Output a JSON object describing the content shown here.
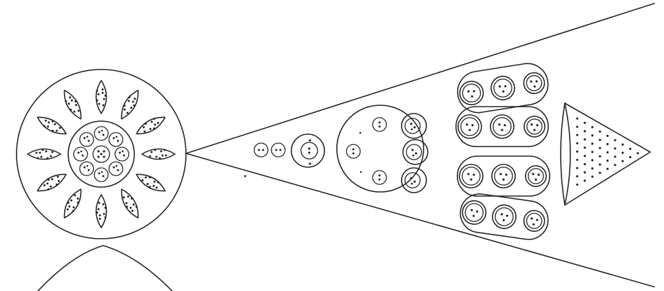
{
  "figure": {
    "kind": "line-engraving",
    "ink_color": "#222222",
    "paper_color": "#ffffff",
    "elements": {
      "rosette": {
        "petal_count": 12,
        "inner_circle_count": 9
      },
      "cone": {
        "apex_side": "left",
        "opens_to": "right"
      },
      "cone_contents": [
        "pair-of-small-circles",
        "circle-with-inner-circle",
        "large-circle-with-nuclei",
        "four-capsules-of-three",
        "dotted-cone"
      ]
    }
  }
}
